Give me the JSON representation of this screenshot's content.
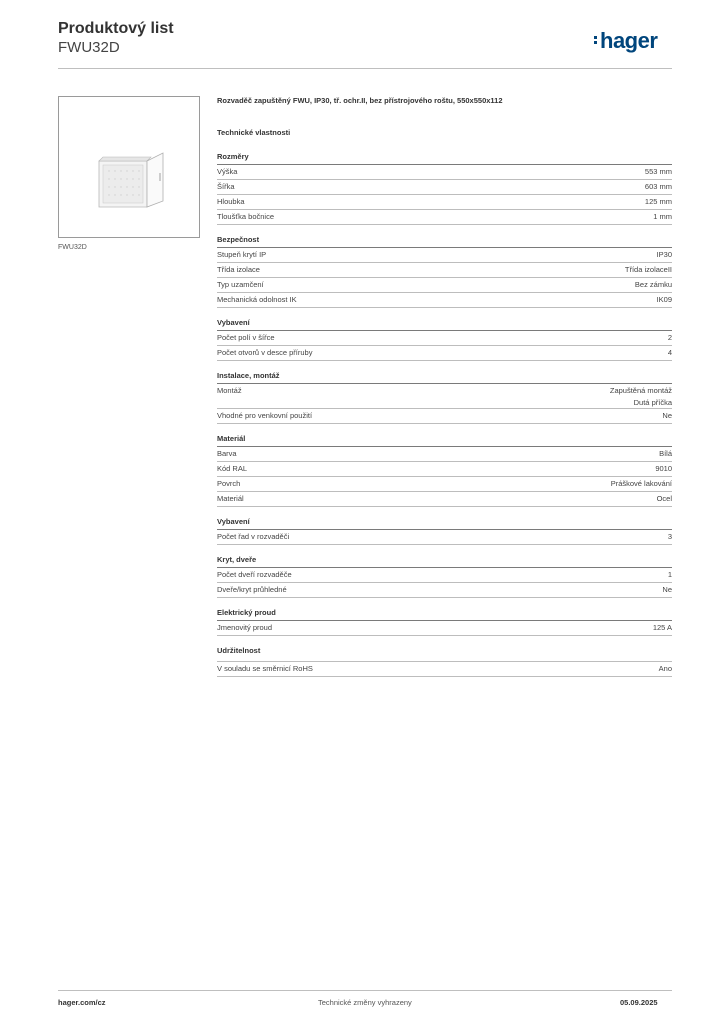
{
  "header": {
    "title": "Produktový list",
    "code": "FWU32D",
    "logo": "hager"
  },
  "product": {
    "caption": "FWU32D",
    "description": "Rozvaděč zapuštěný FWU, IP30, tř. ochr.II, bez přístrojového roštu, 550x550x112",
    "tech_title": "Technické vlastnosti"
  },
  "sections": [
    {
      "title": "Rozměry",
      "rows": [
        {
          "label": "Výška",
          "value": [
            "553 mm"
          ]
        },
        {
          "label": "Šířka",
          "value": [
            "603 mm"
          ]
        },
        {
          "label": "Hloubka",
          "value": [
            "125 mm"
          ]
        },
        {
          "label": "Tloušťka bočnice",
          "value": [
            "1 mm"
          ]
        }
      ]
    },
    {
      "title": "Bezpečnost",
      "rows": [
        {
          "label": "Stupeň krytí IP",
          "value": [
            "IP30"
          ]
        },
        {
          "label": "Třída izolace",
          "value": [
            "Třída izolaceII"
          ]
        },
        {
          "label": "Typ uzamčení",
          "value": [
            "Bez zámku"
          ]
        },
        {
          "label": "Mechanická odolnost IK",
          "value": [
            "IK09"
          ]
        }
      ]
    },
    {
      "title": "Vybavení",
      "rows": [
        {
          "label": "Počet polí v šířce",
          "value": [
            "2"
          ]
        },
        {
          "label": "Počet otvorů v desce příruby",
          "value": [
            "4"
          ]
        }
      ]
    },
    {
      "title": "Instalace, montáž",
      "rows": [
        {
          "label": "Montáž",
          "value": [
            "Zapuštěná montáž",
            "Dutá příčka"
          ]
        },
        {
          "label": "Vhodné pro venkovní použití",
          "value": [
            "Ne"
          ]
        }
      ]
    },
    {
      "title": "Materiál",
      "rows": [
        {
          "label": "Barva",
          "value": [
            "Bílá"
          ]
        },
        {
          "label": "Kód RAL",
          "value": [
            "9010"
          ]
        },
        {
          "label": "Povrch",
          "value": [
            "Práškové lakování"
          ]
        },
        {
          "label": "Materiál",
          "value": [
            "Ocel"
          ]
        }
      ]
    },
    {
      "title": "Vybavení",
      "rows": [
        {
          "label": "Počet řad v rozvaděči",
          "value": [
            "3"
          ]
        }
      ]
    },
    {
      "title": "Kryt, dveře",
      "rows": [
        {
          "label": "Počet dveří rozvaděče",
          "value": [
            "1"
          ]
        },
        {
          "label": "Dveře/kryt průhledné",
          "value": [
            "Ne"
          ]
        }
      ]
    },
    {
      "title": "Elektrický proud",
      "rows": [
        {
          "label": "Jmenovitý proud",
          "value": [
            "125 A"
          ]
        }
      ]
    },
    {
      "title": "Udržitelnost",
      "rows": [
        {
          "label": "V souladu se směrnicí RoHS",
          "value": [
            "Ano"
          ]
        }
      ]
    }
  ],
  "footer": {
    "website": "hager.com/cz",
    "notice": "Technické změny vyhrazeny",
    "date": "05.09.2025"
  },
  "colors": {
    "brand": "#00457c"
  }
}
